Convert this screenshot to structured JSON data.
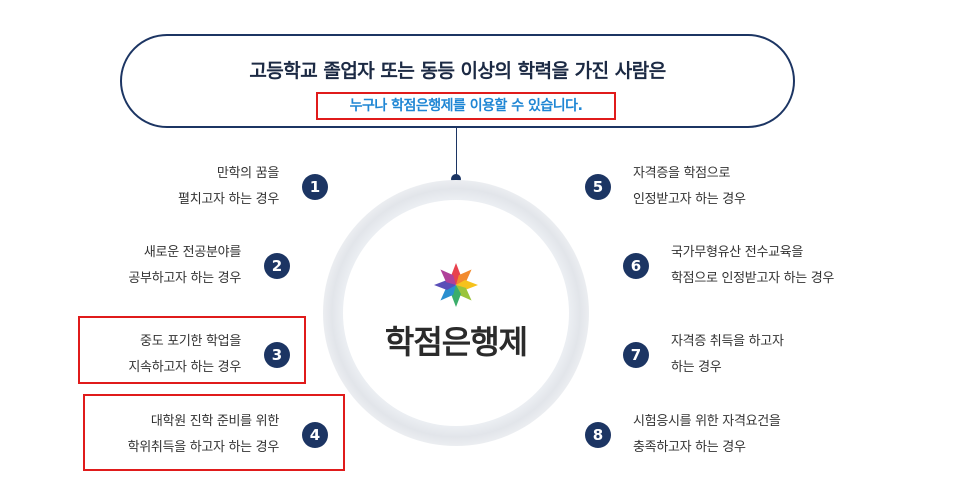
{
  "header": {
    "title": "고등학교 졸업자 또는 동등 이상의 학력을 가진 사람은",
    "subtitle": "누구나 학점은행제를 이용할 수 있습니다."
  },
  "center": {
    "logo_text": "학점은행제",
    "logo_icon": "flower-logo-icon"
  },
  "items": [
    {
      "number": "1",
      "line1": "만학의 꿈을",
      "line2": "펼치고자 하는 경우",
      "highlighted": false
    },
    {
      "number": "2",
      "line1": "새로운 전공분야를",
      "line2": "공부하고자 하는 경우",
      "highlighted": false
    },
    {
      "number": "3",
      "line1": "중도 포기한 학업을",
      "line2": "지속하고자 하는 경우",
      "highlighted": true
    },
    {
      "number": "4",
      "line1": "대학원 진학 준비를 위한",
      "line2": "학위취득을 하고자 하는 경우",
      "highlighted": true
    },
    {
      "number": "5",
      "line1": "자격증을 학점으로",
      "line2": "인정받고자 하는 경우",
      "highlighted": false
    },
    {
      "number": "6",
      "line1": "국가무형유산 전수교육을",
      "line2": "학점으로 인정받고자 하는 경우",
      "highlighted": false
    },
    {
      "number": "7",
      "line1": "자격증 취득을 하고자",
      "line2": "하는 경우",
      "highlighted": false
    },
    {
      "number": "8",
      "line1": "시험응시를 위한 자격요건을",
      "line2": "충족하고자 하는 경우",
      "highlighted": false
    }
  ],
  "colors": {
    "navy": "#1c3563",
    "highlight_red": "#e01b1b",
    "subtitle_blue": "#1f86d4"
  }
}
